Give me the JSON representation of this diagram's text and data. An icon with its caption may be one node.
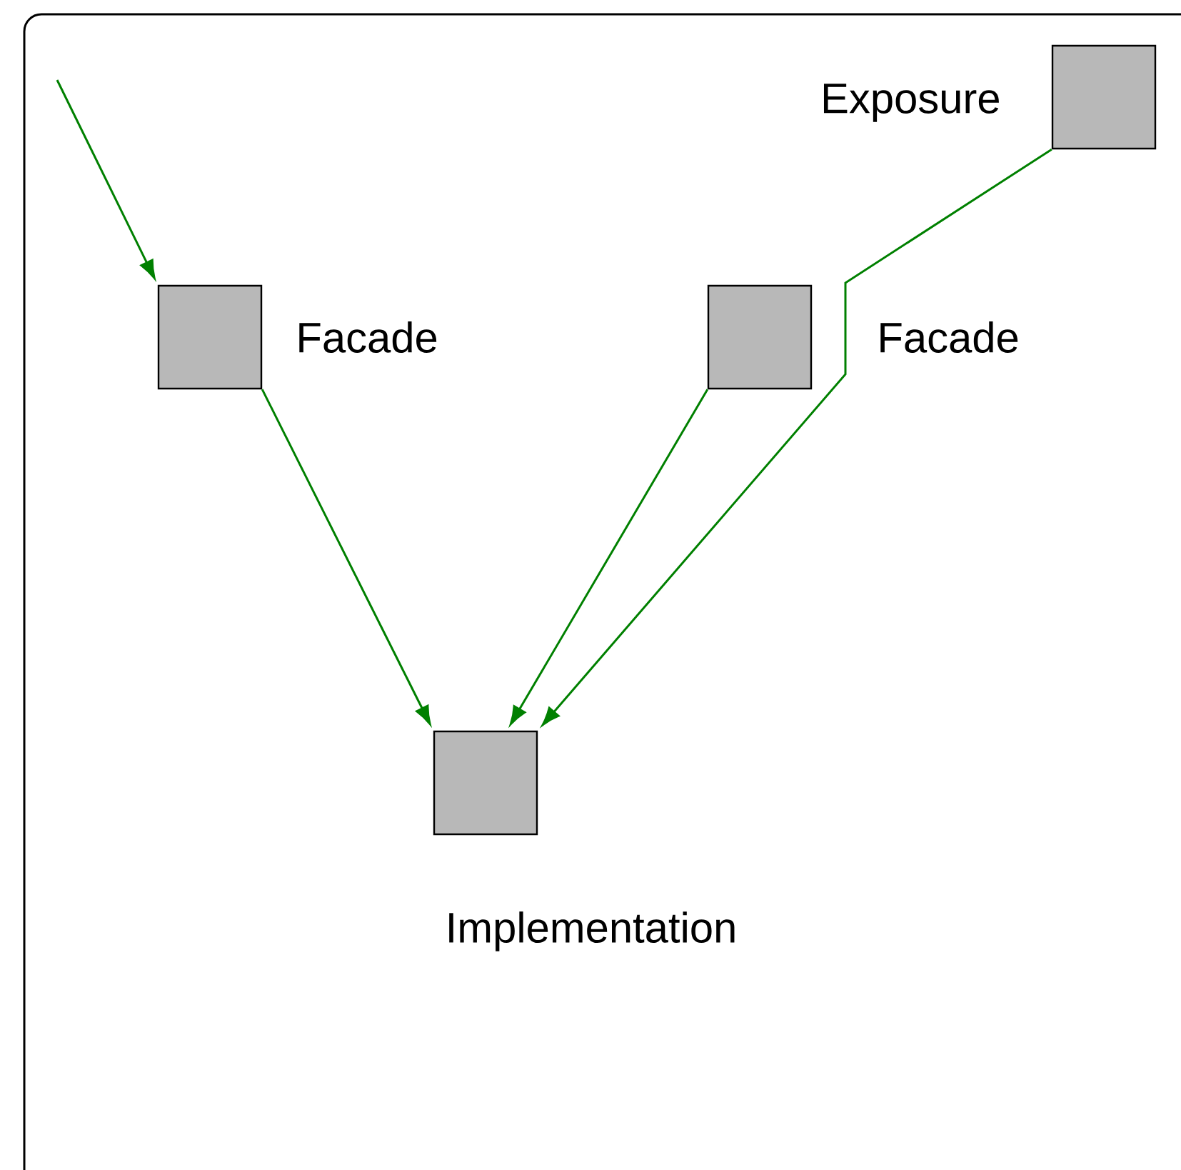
{
  "diagram": {
    "nodes": [
      {
        "text": [
          "Facade"
        ]
      },
      {
        "text": [
          "Exposure"
        ]
      },
      {
        "text": [
          "Facade"
        ]
      },
      {
        "text": [
          "Implementation"
        ]
      }
    ],
    "edges": [
      {
        "from": null,
        "to": 0,
        "arrow": "to"
      },
      {
        "from": 0,
        "to": 3,
        "arrow": "to"
      },
      {
        "from": 2,
        "to": 3,
        "arrow": "to"
      },
      {
        "from": 1,
        "to": 3,
        "arrow": "to"
      }
    ]
  }
}
